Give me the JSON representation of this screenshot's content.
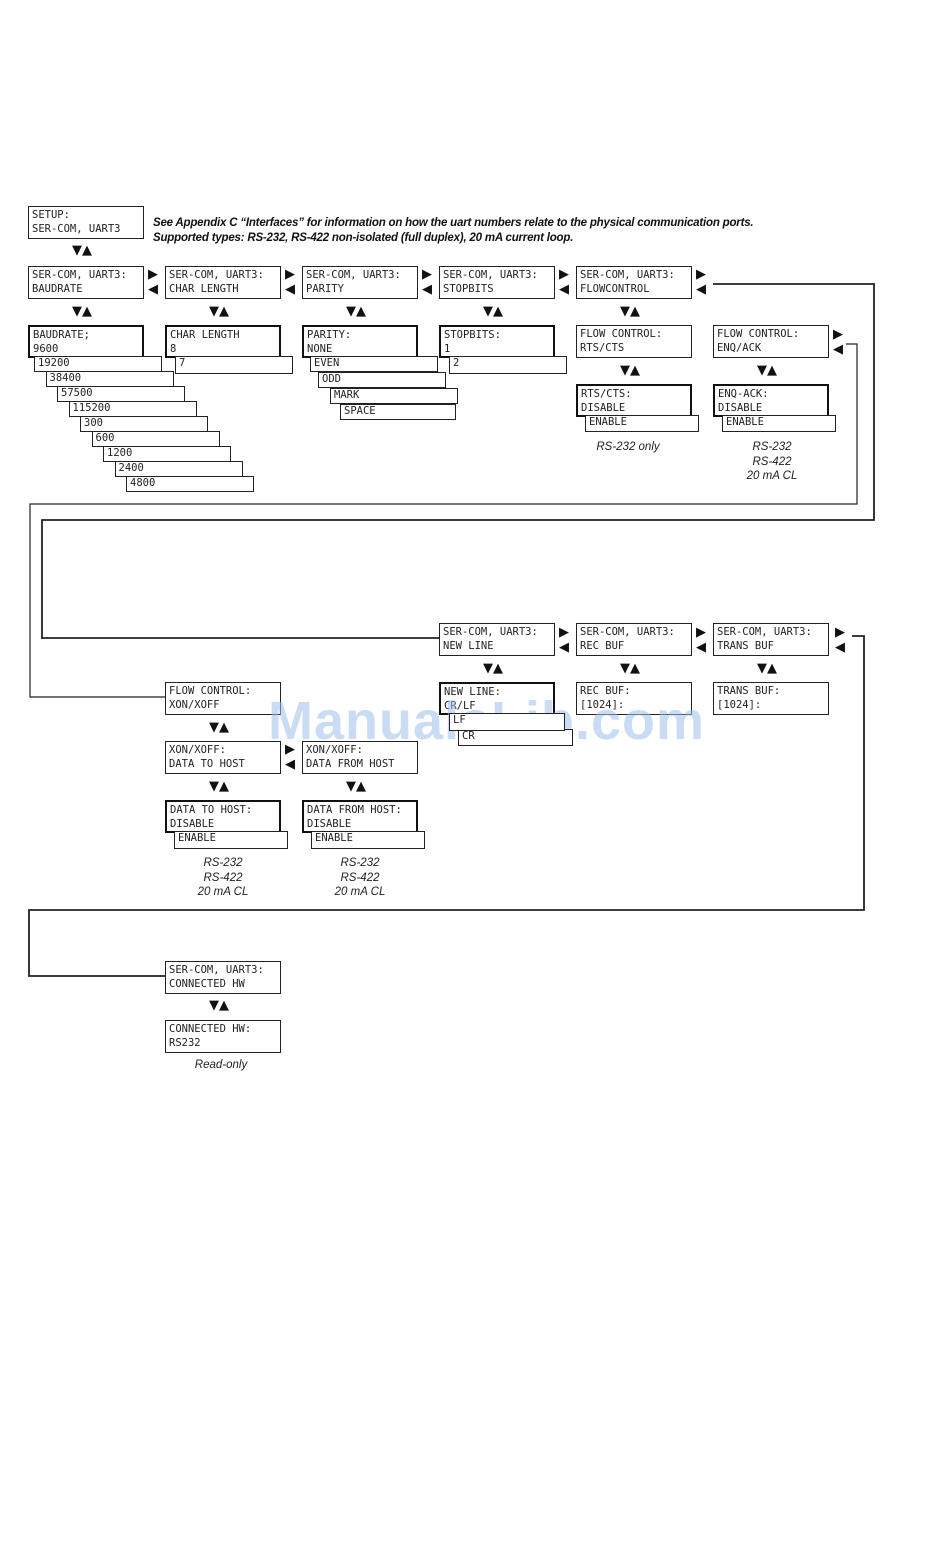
{
  "notes": {
    "line1": "See Appendix C “Interfaces” for information on how the uart numbers relate to the physical communication ports.",
    "line2": "Supported types:  RS-232, RS-422 non-isolated (full duplex), 20 mA current loop."
  },
  "menus": {
    "setup": [
      "SETUP:",
      "SER-COM, UART3"
    ],
    "baudrate": [
      "SER-COM, UART3:",
      "BAUDRATE"
    ],
    "charlength": [
      "SER-COM, UART3:",
      "CHAR LENGTH"
    ],
    "parity": [
      "SER-COM, UART3:",
      "PARITY"
    ],
    "stopbits": [
      "SER-COM, UART3:",
      "STOPBITS"
    ],
    "flowcontrol": [
      "SER-COM, UART3:",
      "FLOWCONTROL"
    ],
    "newline": [
      "SER-COM, UART3:",
      "NEW LINE"
    ],
    "recbuf": [
      "SER-COM, UART3:",
      "REC BUF"
    ],
    "transbuf": [
      "SER-COM, UART3:",
      "TRANS BUF"
    ],
    "connectedhw": [
      "SER-COM, UART3:",
      "CONNECTED HW"
    ]
  },
  "values": {
    "baudrate": [
      "BAUDRATE;",
      "9600"
    ],
    "charlength": [
      "CHAR LENGTH",
      "8"
    ],
    "parity": [
      "PARITY:",
      "NONE"
    ],
    "stopbits": [
      "STOPBITS:",
      "1"
    ],
    "fc_rtscts": [
      "FLOW CONTROL:",
      "RTS/CTS"
    ],
    "fc_enqack": [
      "FLOW CONTROL:",
      "ENQ/ACK"
    ],
    "rtscts": [
      "RTS/CTS:",
      "DISABLE"
    ],
    "enqack": [
      "ENQ-ACK:",
      "DISABLE"
    ],
    "fc_xonxoff": [
      "FLOW CONTROL:",
      "XON/XOFF"
    ],
    "xon_tohost": [
      "XON/XOFF:",
      "DATA TO HOST"
    ],
    "xon_fromhost": [
      "XON/XOFF:",
      "DATA FROM HOST"
    ],
    "datatohost": [
      "DATA TO HOST:",
      "DISABLE"
    ],
    "datafromhost": [
      "DATA FROM HOST:",
      "DISABLE"
    ],
    "newline": [
      "NEW LINE:",
      "CR/LF"
    ],
    "recbuf": [
      "REC BUF:",
      "[1024]:"
    ],
    "transbuf": [
      "TRANS BUF:",
      "[1024]:"
    ],
    "connectedhw": [
      "CONNECTED HW:",
      "RS232"
    ]
  },
  "options": {
    "baudrate": [
      "19200",
      "38400",
      "57500",
      "115200",
      "300",
      "600",
      "1200",
      "2400",
      "4800"
    ],
    "charlength": [
      "7"
    ],
    "parity": [
      "EVEN",
      "ODD",
      "MARK",
      "SPACE"
    ],
    "stopbits": [
      "2"
    ],
    "rtscts": [
      "ENABLE"
    ],
    "enqack": [
      "ENABLE"
    ],
    "datatohost": [
      "ENABLE"
    ],
    "datafromhost": [
      "ENABLE"
    ],
    "newline": [
      "LF",
      "CR"
    ]
  },
  "captions": {
    "rtscts": [
      "RS-232 only"
    ],
    "enqack": [
      "RS-232",
      "RS-422",
      "20 mA CL"
    ],
    "datatohost": [
      "RS-232",
      "RS-422",
      "20 mA CL"
    ],
    "datafromhost": [
      "RS-232",
      "RS-422",
      "20 mA CL"
    ],
    "connectedhw": [
      "Read-only"
    ]
  },
  "icons": {
    "updown": "down-up-triangle-icon",
    "rightleft": "right-left-triangle-icon"
  },
  "watermark": "ManualsLib.com"
}
